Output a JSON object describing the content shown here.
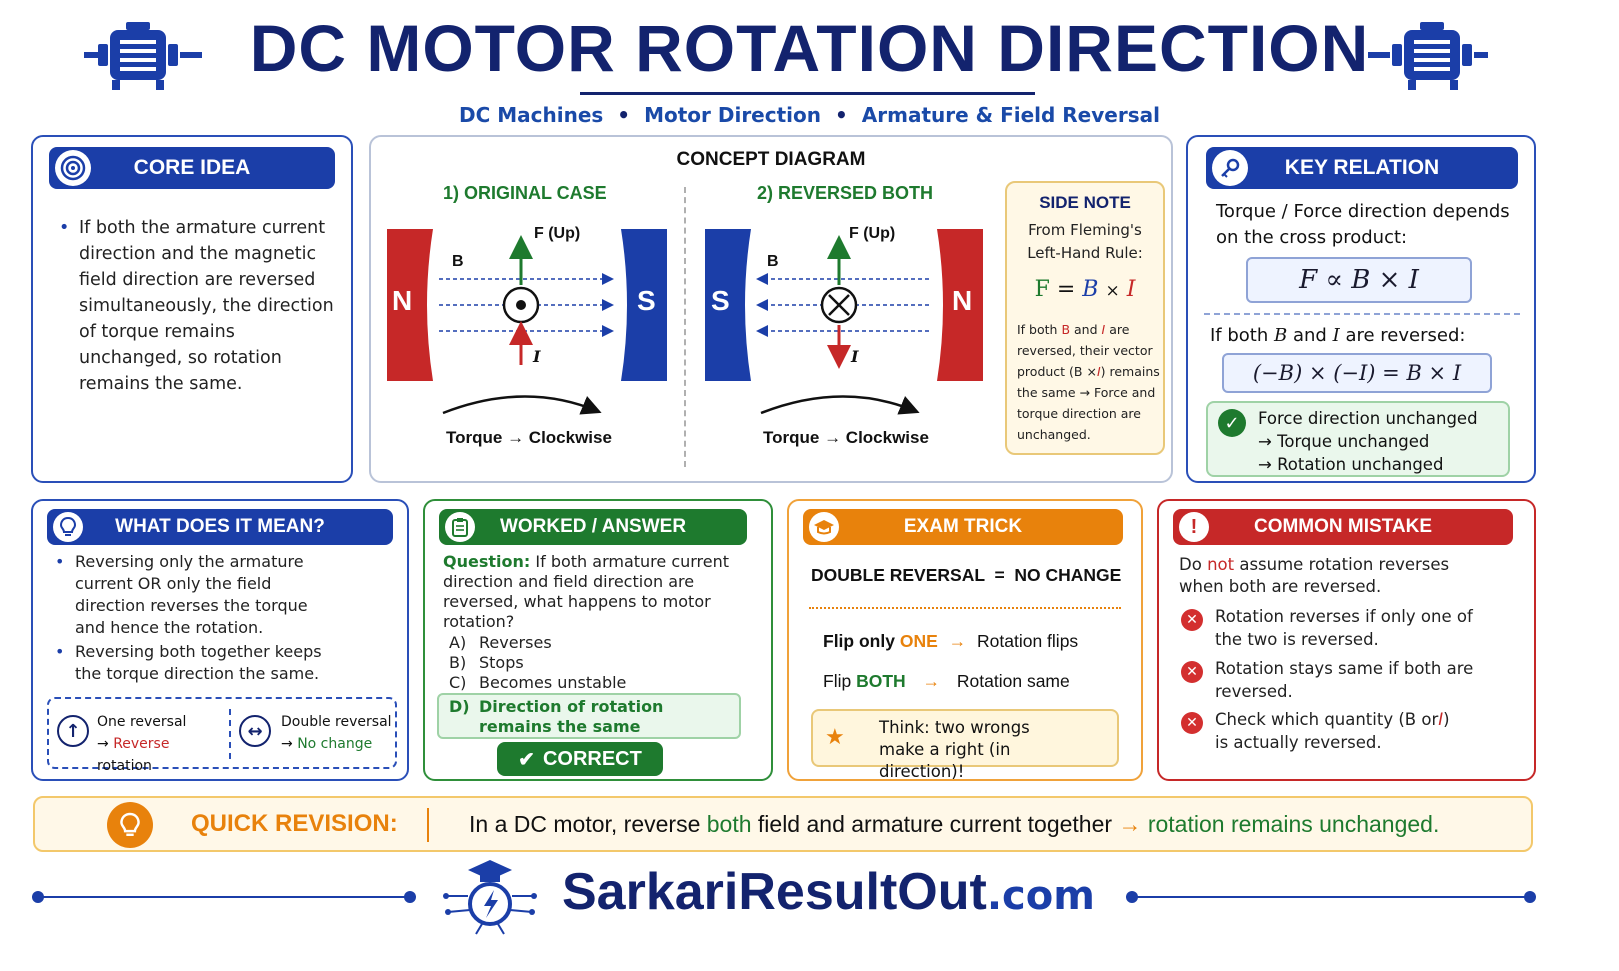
{
  "header": {
    "title": "DC MOTOR ROTATION DIRECTION",
    "subtitle": [
      "DC Machines",
      "Motor Direction",
      "Armature & Field Reversal"
    ],
    "subtitle_sep": "•"
  },
  "core_idea": {
    "title": "CORE IDEA",
    "text": "If both the armature current direction and the magnetic field direction are reversed simultaneously, the direction of torque remains unchanged, so rotation remains the same."
  },
  "concept": {
    "title": "CONCEPT DIAGRAM",
    "case1": {
      "title": "1) ORIGINAL CASE",
      "left_pole": "N",
      "right_pole": "S",
      "force": "F (Up)",
      "field": "B",
      "current": "I",
      "torque": "Torque → Clockwise"
    },
    "case2": {
      "title": "2) REVERSED BOTH",
      "left_pole": "S",
      "right_pole": "N",
      "force": "F (Up)",
      "field": "B",
      "current": "I",
      "torque": "Torque → Clockwise"
    },
    "side_note": {
      "title": "SIDE NOTE",
      "from": "From Fleming's Left-Hand Rule:",
      "formula_lhs": "F",
      "formula_eq": "=",
      "formula_b": "B",
      "formula_x": "×",
      "formula_i": "I",
      "body_1": "If both",
      "body_b": "B",
      "body_and": "and",
      "body_i": "I",
      "body_2": "are reversed, their vector product (B ×",
      "body_i2": "I",
      "body_3": ") remains the same → Force and torque direction are unchanged."
    }
  },
  "key_relation": {
    "title": "KEY RELATION",
    "intro": "Torque / Force direction depends on the cross product:",
    "formula": "F ∝ B × I",
    "if_text_1": "If both",
    "if_b": "B",
    "if_and": "and",
    "if_i": "I",
    "if_text_2": "are reversed:",
    "formula2": "(−B) × (−I) = B × I",
    "result": [
      "Force direction unchanged",
      "→ Torque unchanged",
      "→ Rotation unchanged"
    ]
  },
  "what_mean": {
    "title": "WHAT DOES IT MEAN?",
    "points": [
      "Reversing only the armature current OR only the field direction reverses the torque and hence the rotation.",
      "Reversing both together keeps the torque direction the same."
    ],
    "one_label": "One reversal",
    "one_arrow": "→",
    "one_red": "Reverse",
    "one_tail": "rotation",
    "double_label": "Double reversal",
    "double_arrow": "→",
    "double_green": "No change"
  },
  "worked": {
    "title": "WORKED / ANSWER",
    "q_label": "Question:",
    "question": "If both armature current direction and field direction are reversed, what happens to motor rotation?",
    "options": [
      {
        "key": "A)",
        "text": "Reverses"
      },
      {
        "key": "B)",
        "text": "Stops"
      },
      {
        "key": "C)",
        "text": "Becomes unstable"
      }
    ],
    "answer_key": "D)",
    "answer_text": "Direction of rotation remains the same",
    "correct_label": "CORRECT"
  },
  "exam_trick": {
    "title": "EXAM TRICK",
    "headline": "DOUBLE REVERSAL  =  NO CHANGE",
    "line1_a": "Flip only",
    "line1_hl": "ONE",
    "line1_arrow": "→",
    "line1_b": "Rotation flips",
    "line2_a": "Flip",
    "line2_hl": "BOTH",
    "line2_arrow": "→",
    "line2_b": "Rotation same",
    "tip": "Think: two wrongs make a right (in direction)!"
  },
  "mistake": {
    "title": "COMMON MISTAKE",
    "intro_a": "Do",
    "intro_not": "not",
    "intro_b": "assume rotation reverses when both are reversed.",
    "items": [
      "Rotation reverses if only one of the two is reversed.",
      "Rotation stays same if both are reversed."
    ],
    "item3_a": "Check which quantity (B or",
    "item3_i": "I",
    "item3_b": ") is actually reversed."
  },
  "quick": {
    "label": "QUICK REVISION:",
    "text_a": "In a DC motor, reverse",
    "text_hl": "both",
    "text_b": "field and armature current together",
    "arrow": "→",
    "text_c": "rotation remains unchanged."
  },
  "footer": {
    "brand": "SarkariResultOut",
    "suffix": ".com"
  },
  "colors": {
    "navy": "#13236e",
    "blue": "#1b3ea8",
    "green": "#1e7a2e",
    "orange": "#e8820c",
    "red": "#c62828"
  },
  "icons": [
    "motor-icon",
    "target-icon",
    "key-icon",
    "lightbulb-icon",
    "clipboard-icon",
    "graduation-cap-icon",
    "exclamation-icon",
    "check-icon",
    "star-icon",
    "x-icon"
  ]
}
